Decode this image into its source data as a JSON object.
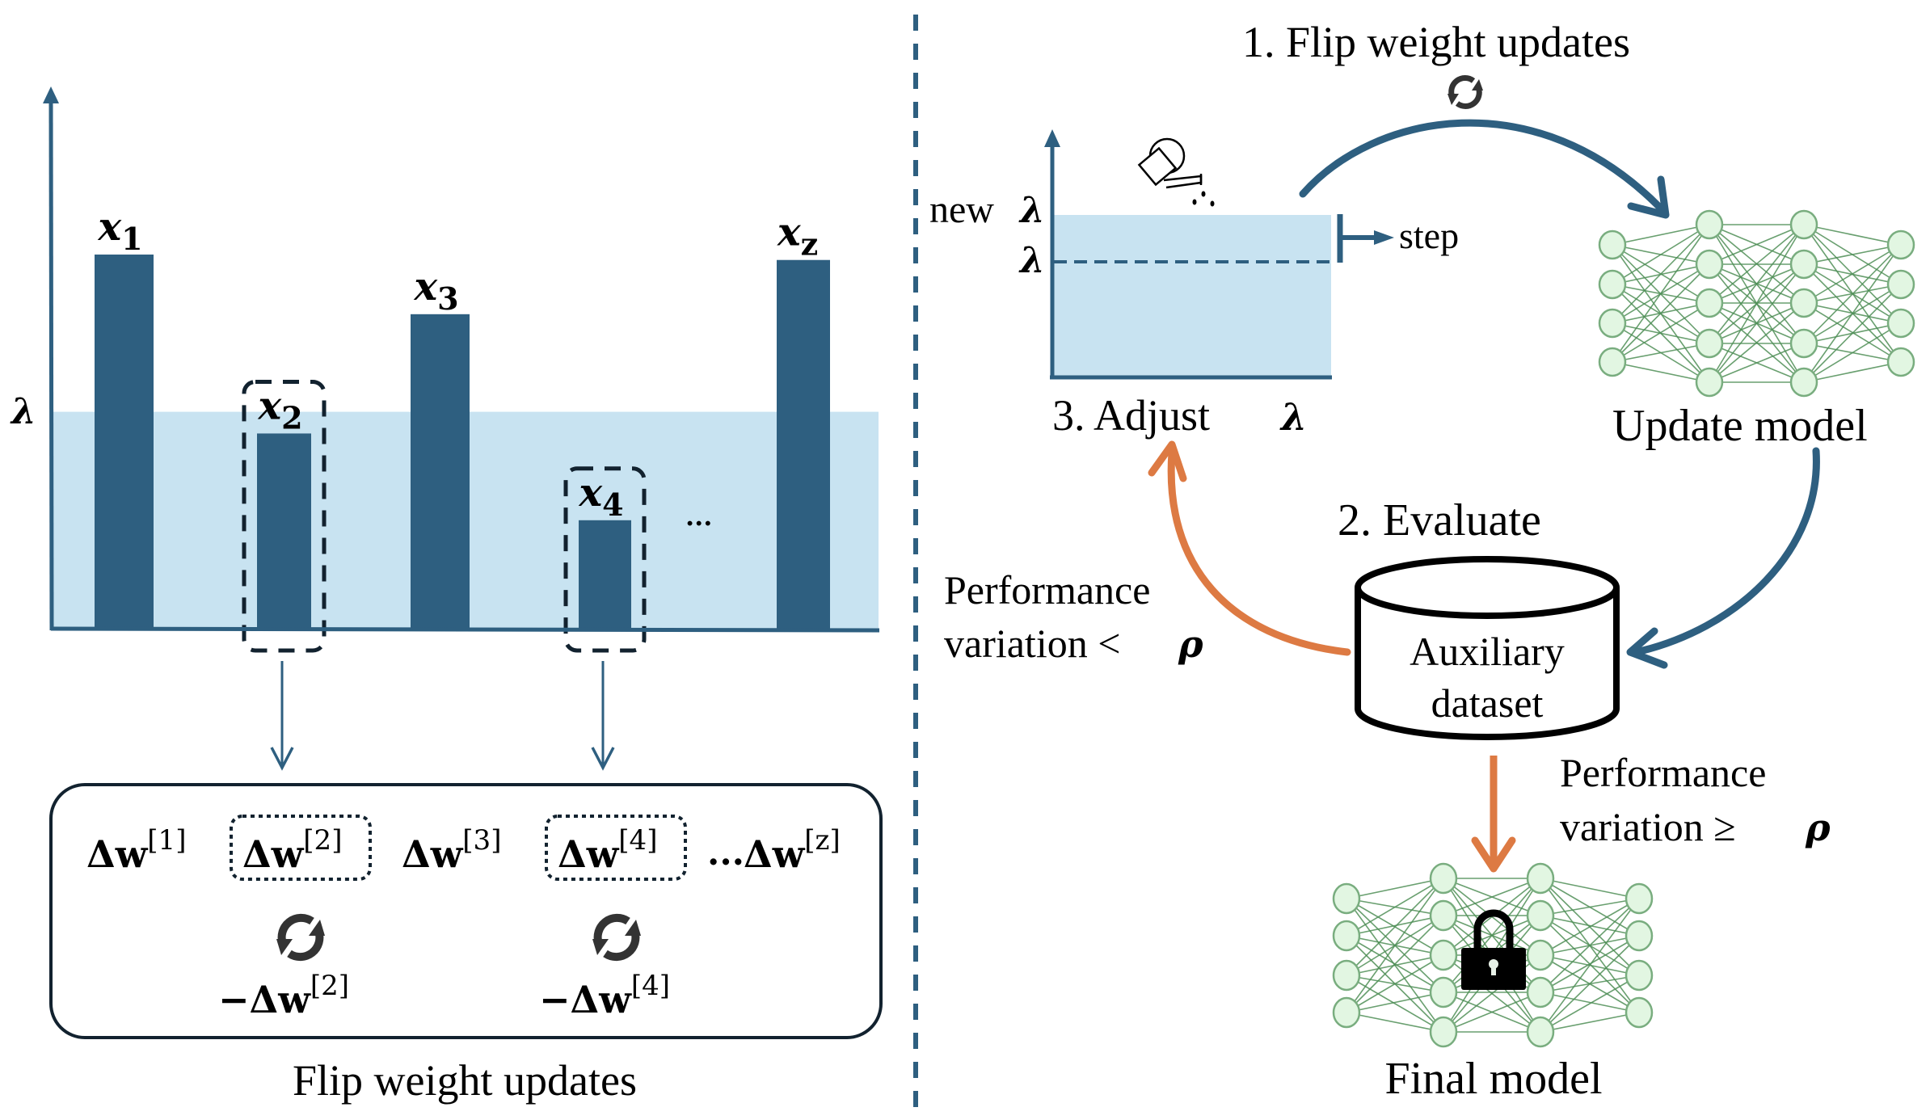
{
  "colors": {
    "bar": "#2e5f80",
    "axis": "#2e5f80",
    "threshold_fill": "#c8e3f1",
    "dashed_box": "#12222f",
    "arrow_blue": "#2e5f80",
    "arrow_orange": "#dd7a43",
    "node_fill": "#e2f6e2",
    "node_stroke": "#79ad7f",
    "edge": "#4f8f57",
    "icon_dark": "#333333",
    "text": "#000000"
  },
  "left_panel": {
    "threshold_label": "λ",
    "ellipsis": "...",
    "bars": [
      {
        "label": "x",
        "sub": "1",
        "value": 0.69,
        "selected": false
      },
      {
        "label": "x",
        "sub": "2",
        "value": 0.36,
        "selected": true
      },
      {
        "label": "x",
        "sub": "3",
        "value": 0.58,
        "selected": false
      },
      {
        "label": "x",
        "sub": "4",
        "value": 0.2,
        "selected": true
      },
      {
        "label": "x",
        "sub": "z",
        "value": 0.68,
        "selected": false
      }
    ],
    "threshold_value": 0.4,
    "updates": [
      {
        "label": "Δw",
        "sup": "[1]",
        "selected": false
      },
      {
        "label": "Δw",
        "sup": "[2]",
        "selected": true
      },
      {
        "label": "Δw",
        "sup": "[3]",
        "selected": false
      },
      {
        "label": "Δw",
        "sup": "[4]",
        "selected": true
      },
      {
        "label": "Δw",
        "sup": "[z]",
        "selected": false
      }
    ],
    "update_ellipsis": "...",
    "flipped": [
      {
        "label": "−Δw",
        "sup": "[2]"
      },
      {
        "label": "−Δw",
        "sup": "[4]"
      }
    ],
    "caption": "Flip weight updates"
  },
  "right_panel": {
    "step1_label": "1. Flip weight updates",
    "step2_label": "2. Evaluate",
    "step3_label": "3. Adjust",
    "step3_symbol": "λ",
    "new_lambda_word": "new",
    "lambda_symbol": "λ",
    "step_label": "step",
    "update_model_label": "Update model",
    "dataset_line1": "Auxiliary",
    "dataset_line2": "dataset",
    "perf_low_line1": "Performance",
    "perf_low_line2": "variation <",
    "perf_high_line1": "Performance",
    "perf_high_line2": "variation ≥",
    "rho_symbol": "ρ",
    "final_model_label": "Final model"
  }
}
